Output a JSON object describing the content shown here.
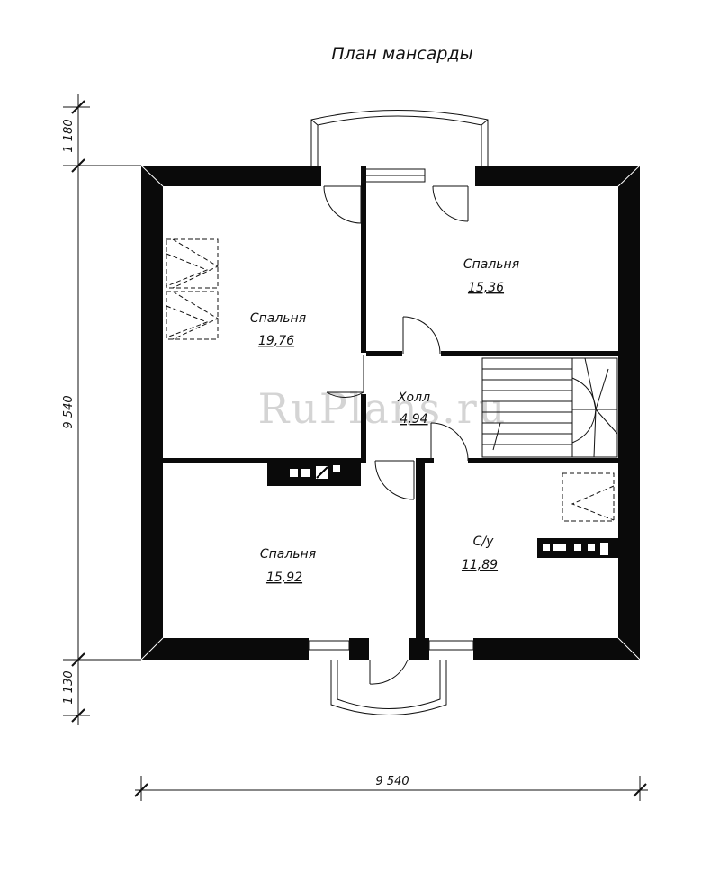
{
  "title": "План мансарды",
  "watermark": "RuPlans.ru",
  "rooms": [
    {
      "name": "Спальня",
      "area": "19,76"
    },
    {
      "name": "Спальня",
      "area": "15,36"
    },
    {
      "name": "Холл",
      "area": "4,94"
    },
    {
      "name": "Спальня",
      "area": "15,92"
    },
    {
      "name": "С/у",
      "area": "11,89"
    }
  ],
  "dimensions": {
    "top_bay": "1 180",
    "height": "9 540",
    "bottom_bay": "1 130",
    "width": "9 540"
  }
}
